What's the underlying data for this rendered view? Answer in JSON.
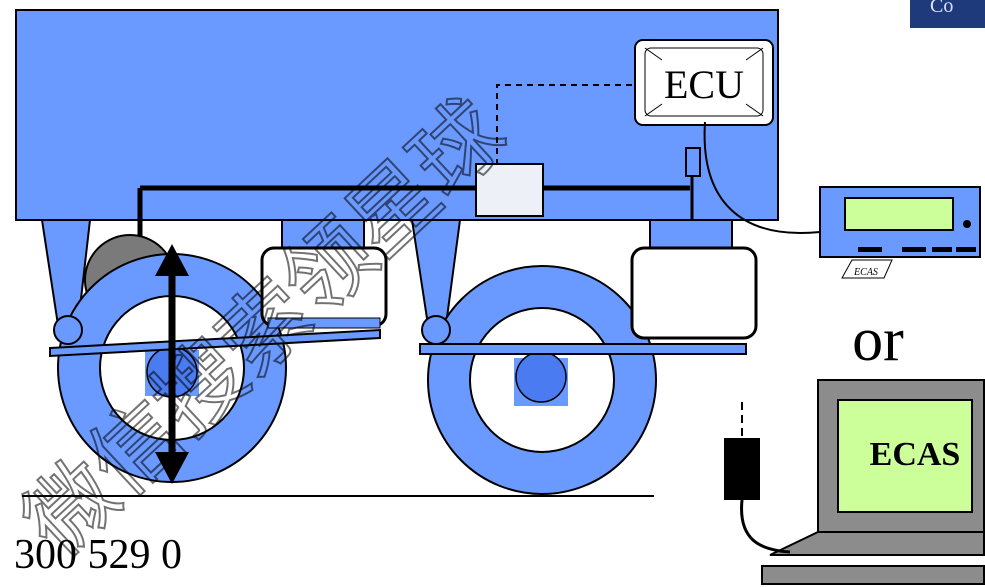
{
  "diagram": {
    "ecu_label": "ECU",
    "remote_label": "ECAS",
    "laptop_label": "ECAS",
    "or_label": "or",
    "part_number": "300 529 0",
    "logo_text": "Co",
    "watermark": "微信搜索领星球"
  },
  "colors": {
    "trailer_blue": "#6a99ff",
    "screen_green": "#ccff99",
    "laptop_gray": "#8c8c8c",
    "logo_navy": "#1f3a7a"
  },
  "icons": {
    "remote": "remote-control-icon",
    "laptop": "laptop-icon",
    "connector": "plug-icon"
  }
}
